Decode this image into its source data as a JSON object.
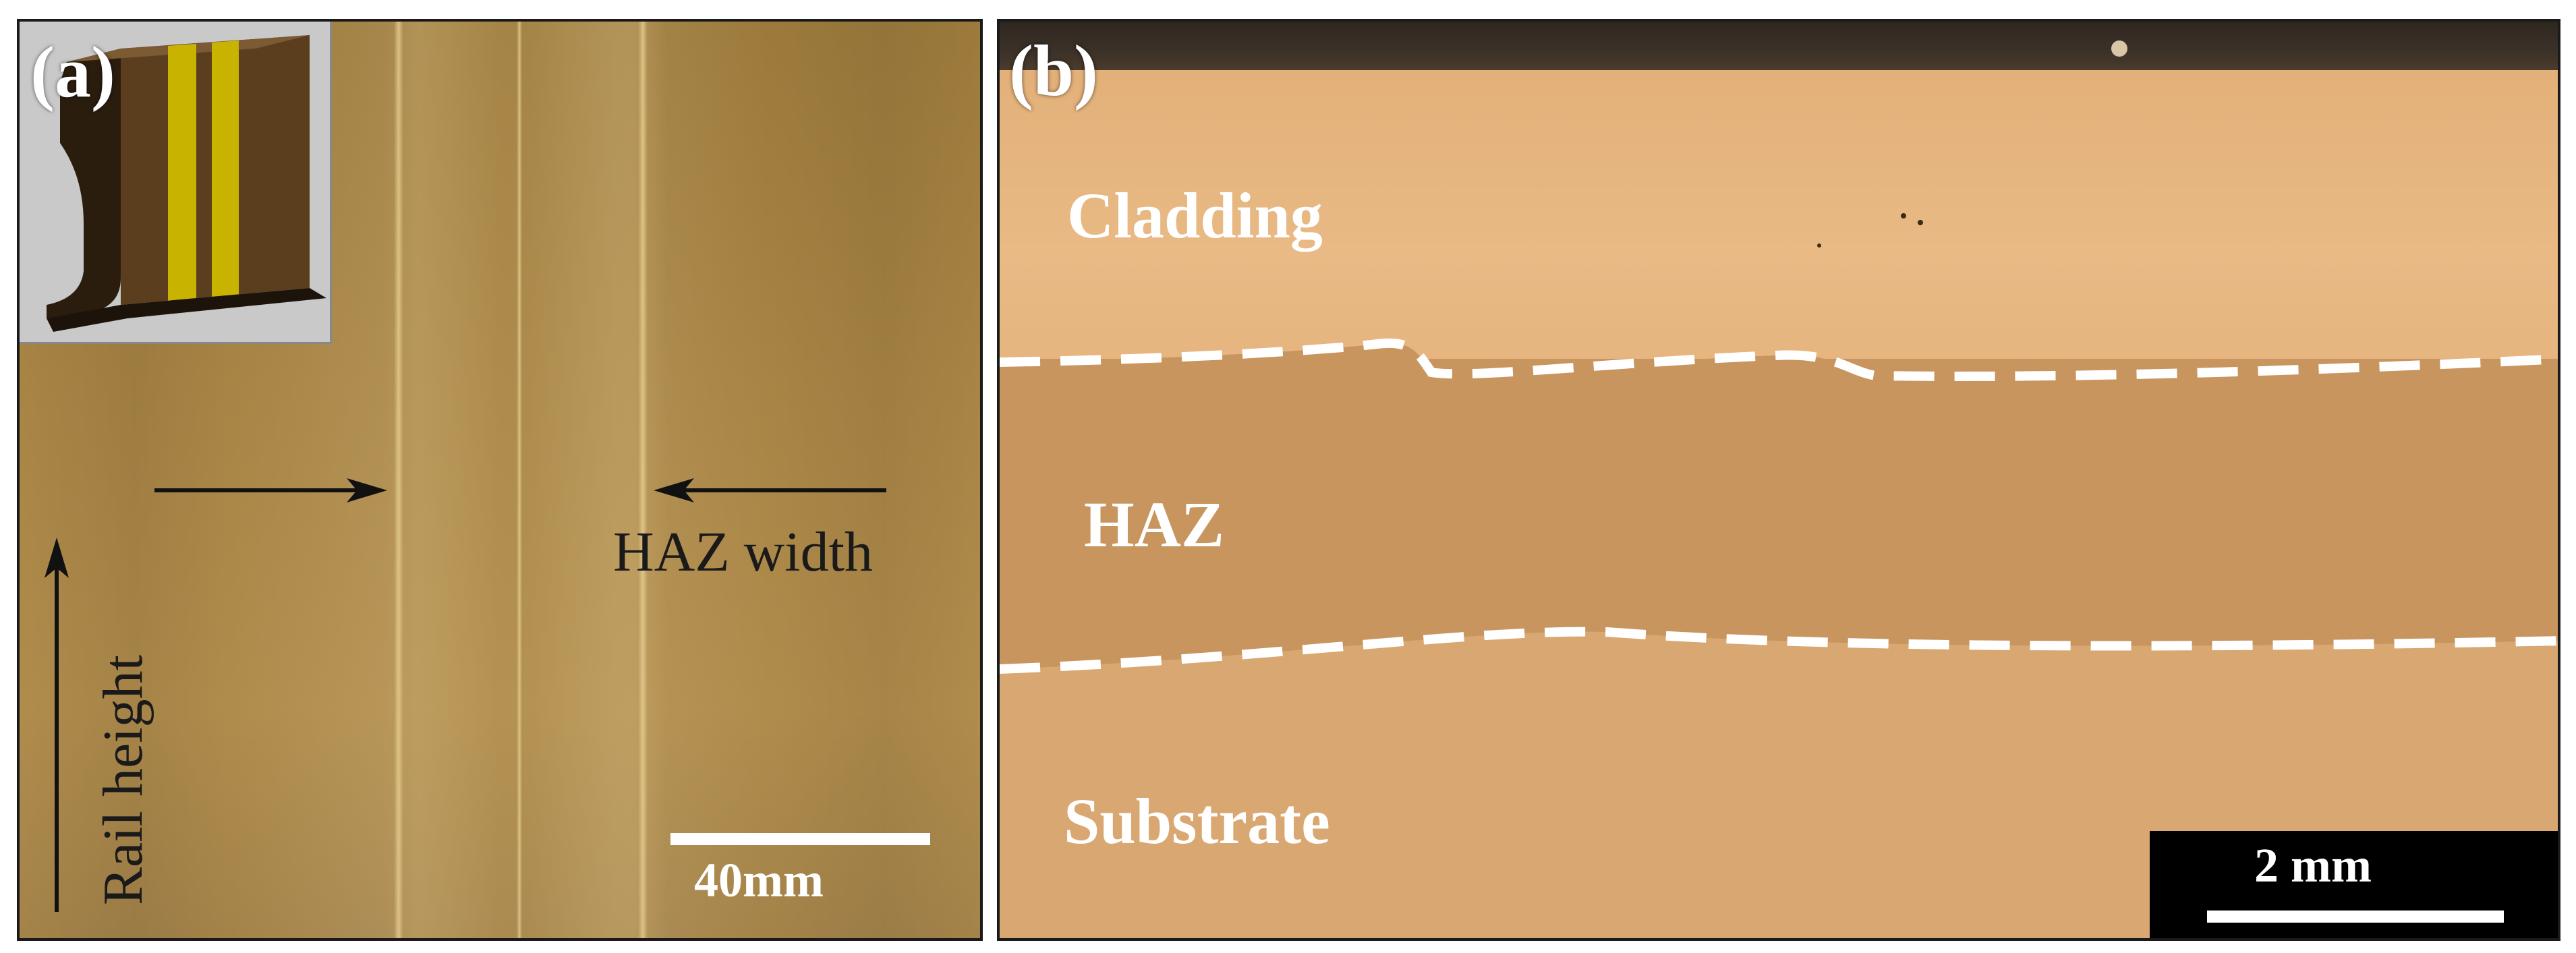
{
  "panel_a": {
    "label": "(a)",
    "haz_width_label": "HAZ width",
    "rail_height_label": "Rail height",
    "scale_bar_label": "40mm",
    "inset_colors": {
      "rail": "#5a3e1e",
      "bands": "#c8b400",
      "background": "#c9c9c9"
    }
  },
  "panel_b": {
    "label": "(b)",
    "regions": {
      "cladding": "Cladding",
      "haz": "HAZ",
      "substrate": "Substrate"
    },
    "scale_bar_label": "2 mm",
    "boundary_color": "#ffffff"
  }
}
